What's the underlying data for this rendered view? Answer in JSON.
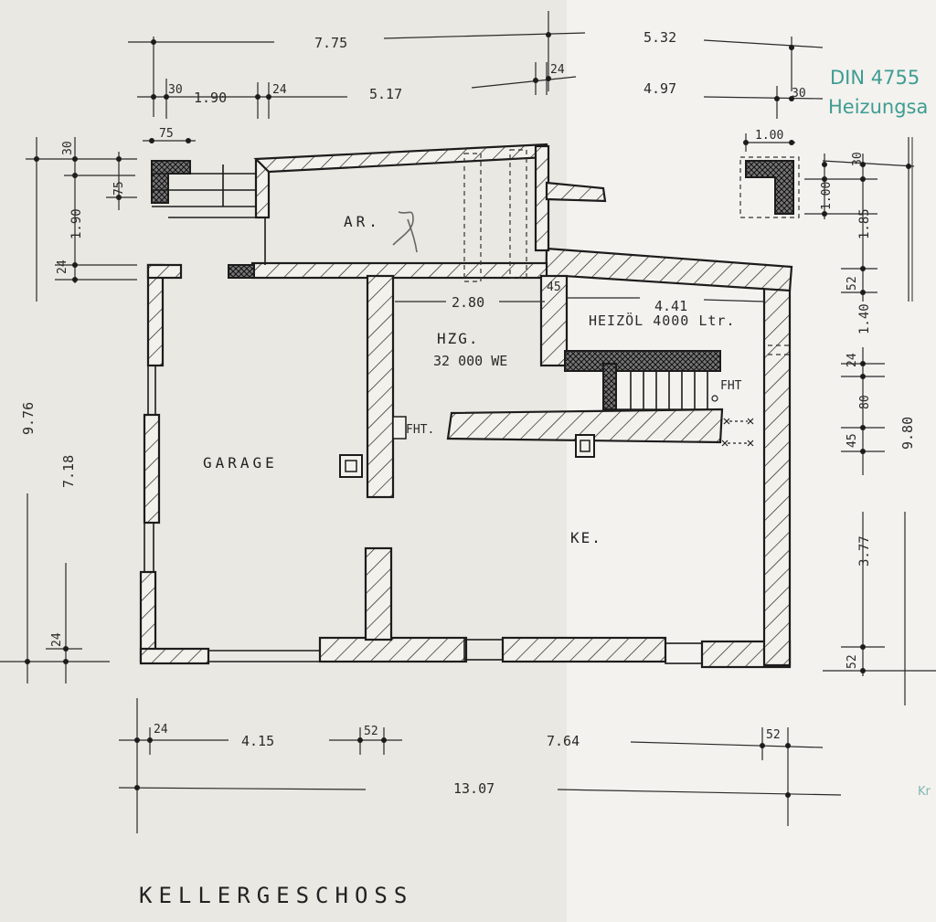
{
  "title": "KELLERGESCHOSS",
  "stamp": {
    "line1": "DIN 4755",
    "line2": "Heizungsa",
    "fragment": "Kr"
  },
  "rooms": {
    "garage": "GARAGE",
    "ar": "AR.",
    "hzg": "HZG.",
    "hzg_capacity": "32 000 WE",
    "heizoel": "HEIZÖL  4000 Ltr.",
    "ke": "KE.",
    "fht_left": "FHT.",
    "fht_right": "FHT"
  },
  "dimensions": {
    "top_total_left": "7.75",
    "top_total_right": "5.32",
    "top_30_left": "30",
    "top_190": "1.90",
    "top_24_a": "24",
    "top_517": "5.17",
    "top_24_b": "24",
    "top_497": "4.97",
    "top_30_right": "30",
    "top_75": "75",
    "top_100": "1.00",
    "left_30": "30",
    "left_75": "75",
    "left_190": "1.90",
    "left_24_top": "24",
    "left_976": "9.76",
    "left_718": "7.18",
    "left_24_bottom": "24",
    "right_30": "30",
    "right_100": "1.00",
    "right_185": "1.85",
    "right_52_top": "52",
    "right_140": "1.40",
    "right_24": "24",
    "right_80": "80",
    "right_45": "45",
    "right_980": "9.80",
    "right_377": "3.77",
    "right_52_bottom": "52",
    "inner_280": "2.80",
    "inner_45": "45",
    "inner_441": "4.41",
    "bottom_24": "24",
    "bottom_415": "4.15",
    "bottom_52_a": "52",
    "bottom_764": "7.64",
    "bottom_52_b": "52",
    "bottom_1307": "13.07"
  },
  "colors": {
    "ink": "#1c1c1c",
    "stamp": "#3f9c93",
    "paper_left": "#e9e8e2",
    "paper_right": "#f3f2ee"
  }
}
